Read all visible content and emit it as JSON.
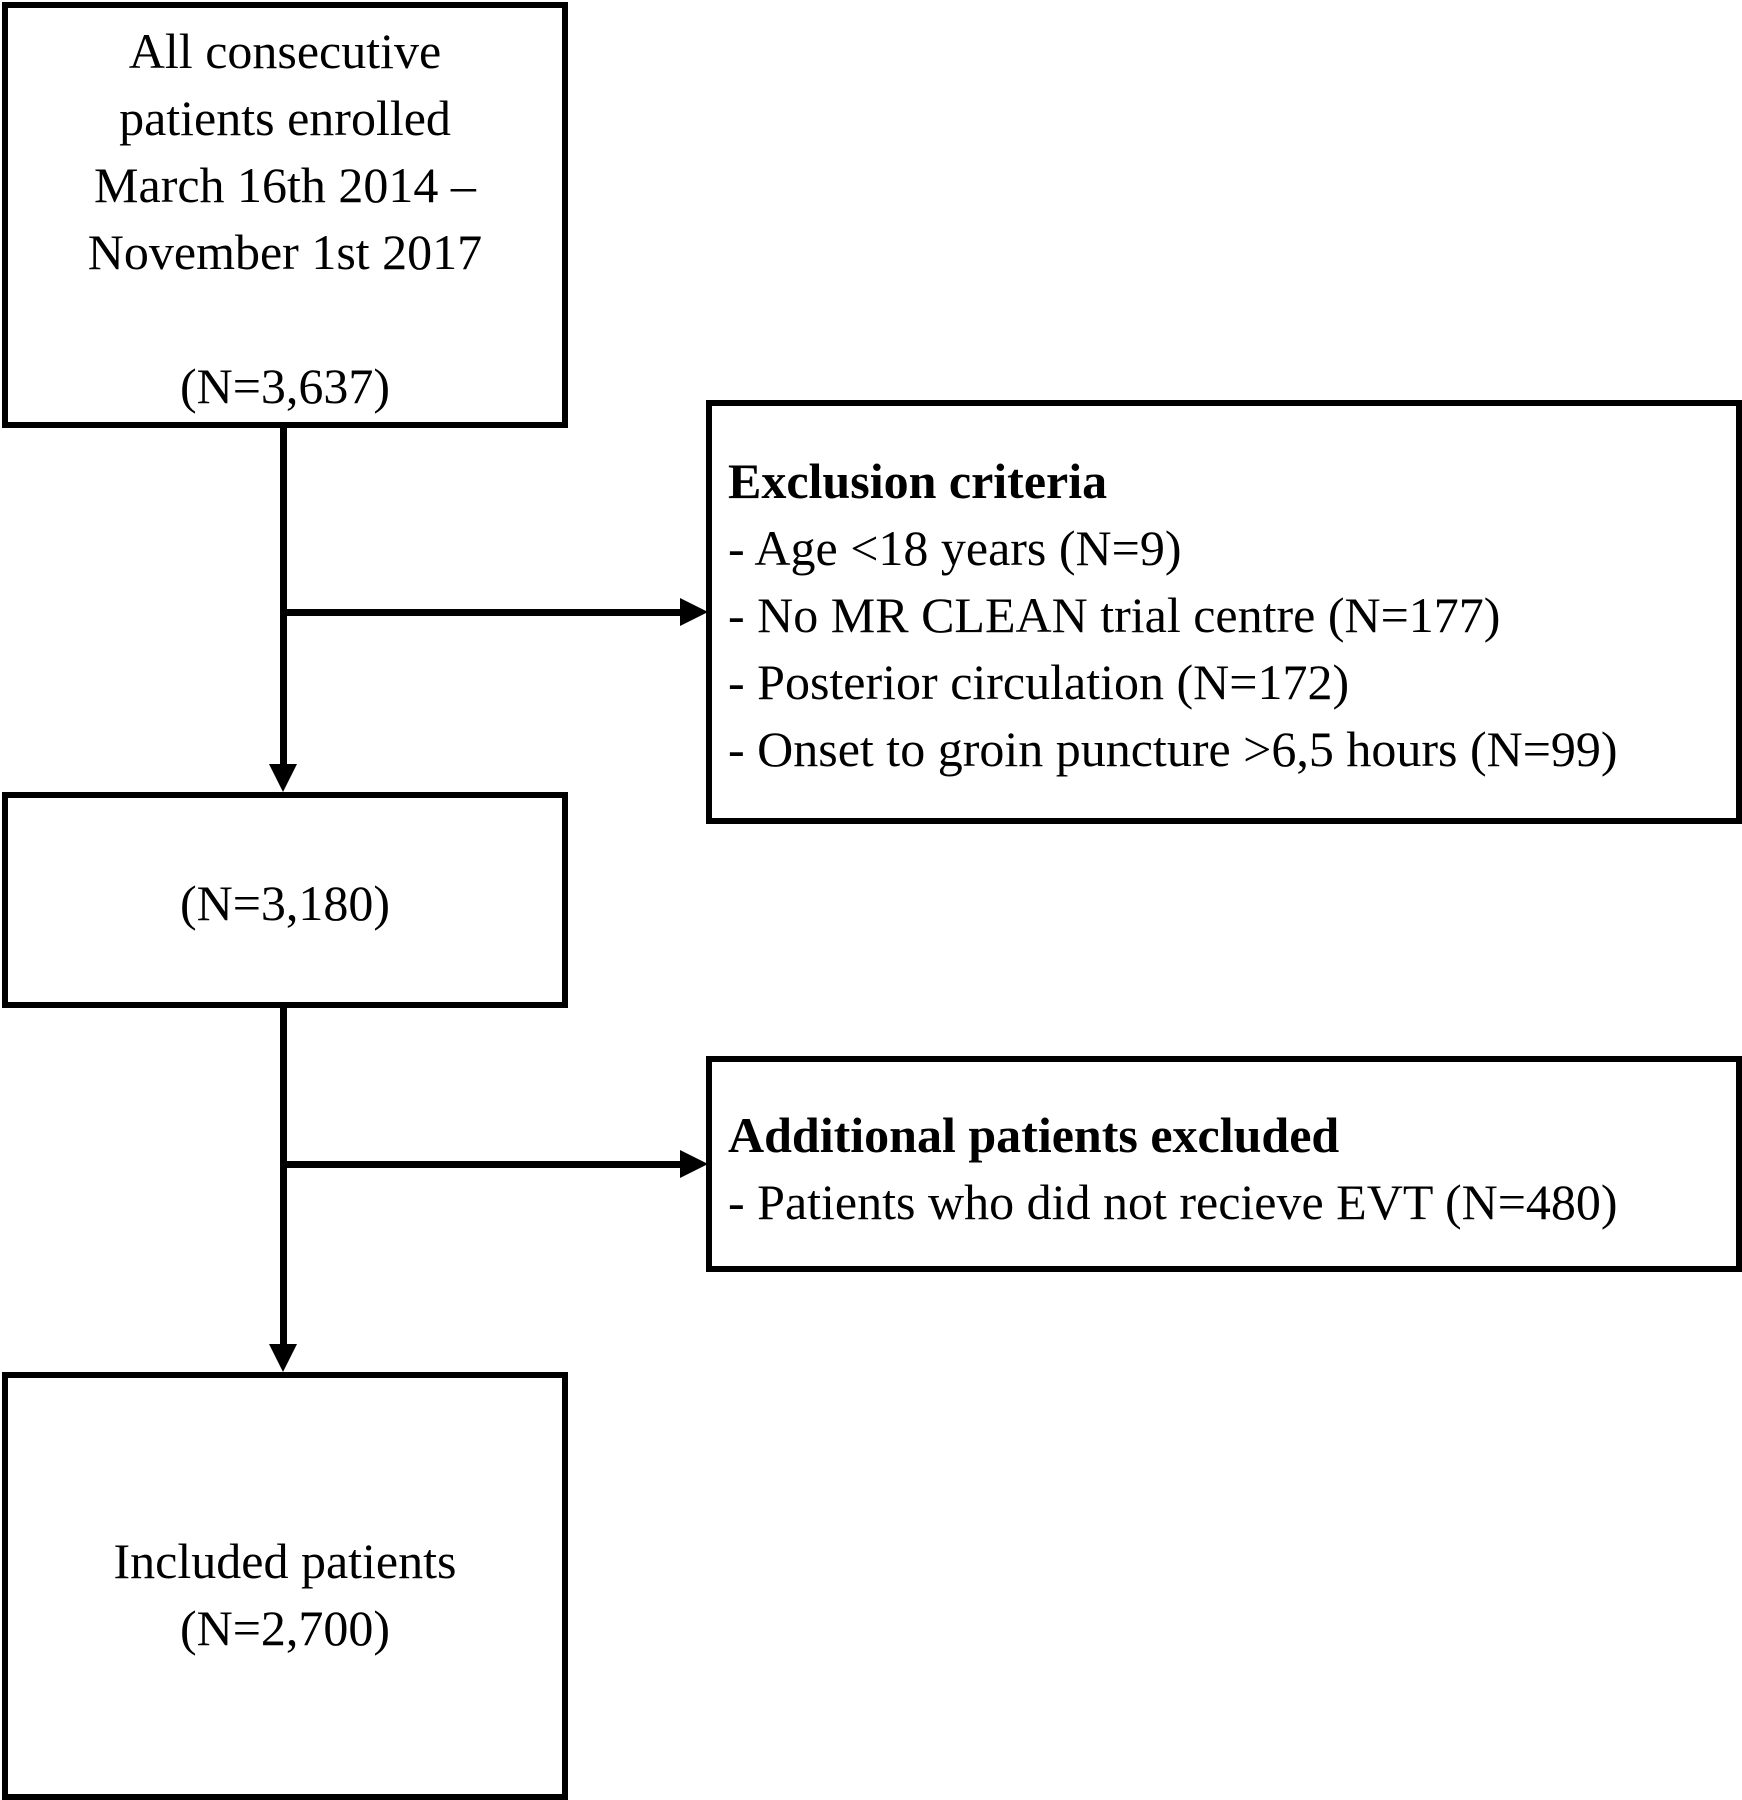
{
  "box1": {
    "lines": [
      "All consecutive",
      "patients enrolled",
      "March 16th 2014 –",
      "November 1st 2017"
    ],
    "count": "(N=3,637)"
  },
  "exclusion": {
    "title": "Exclusion criteria",
    "items": [
      "- Age <18 years (N=9)",
      "- No MR CLEAN trial centre (N=177)",
      "- Posterior circulation (N=172)",
      "- Onset to groin puncture >6,5 hours (N=99)"
    ]
  },
  "box2": {
    "count": "(N=3,180)"
  },
  "additional": {
    "title": "Additional patients excluded",
    "items": [
      "- Patients who did not recieve EVT (N=480)"
    ]
  },
  "box3": {
    "lines": [
      "Included patients",
      "(N=2,700)"
    ]
  }
}
